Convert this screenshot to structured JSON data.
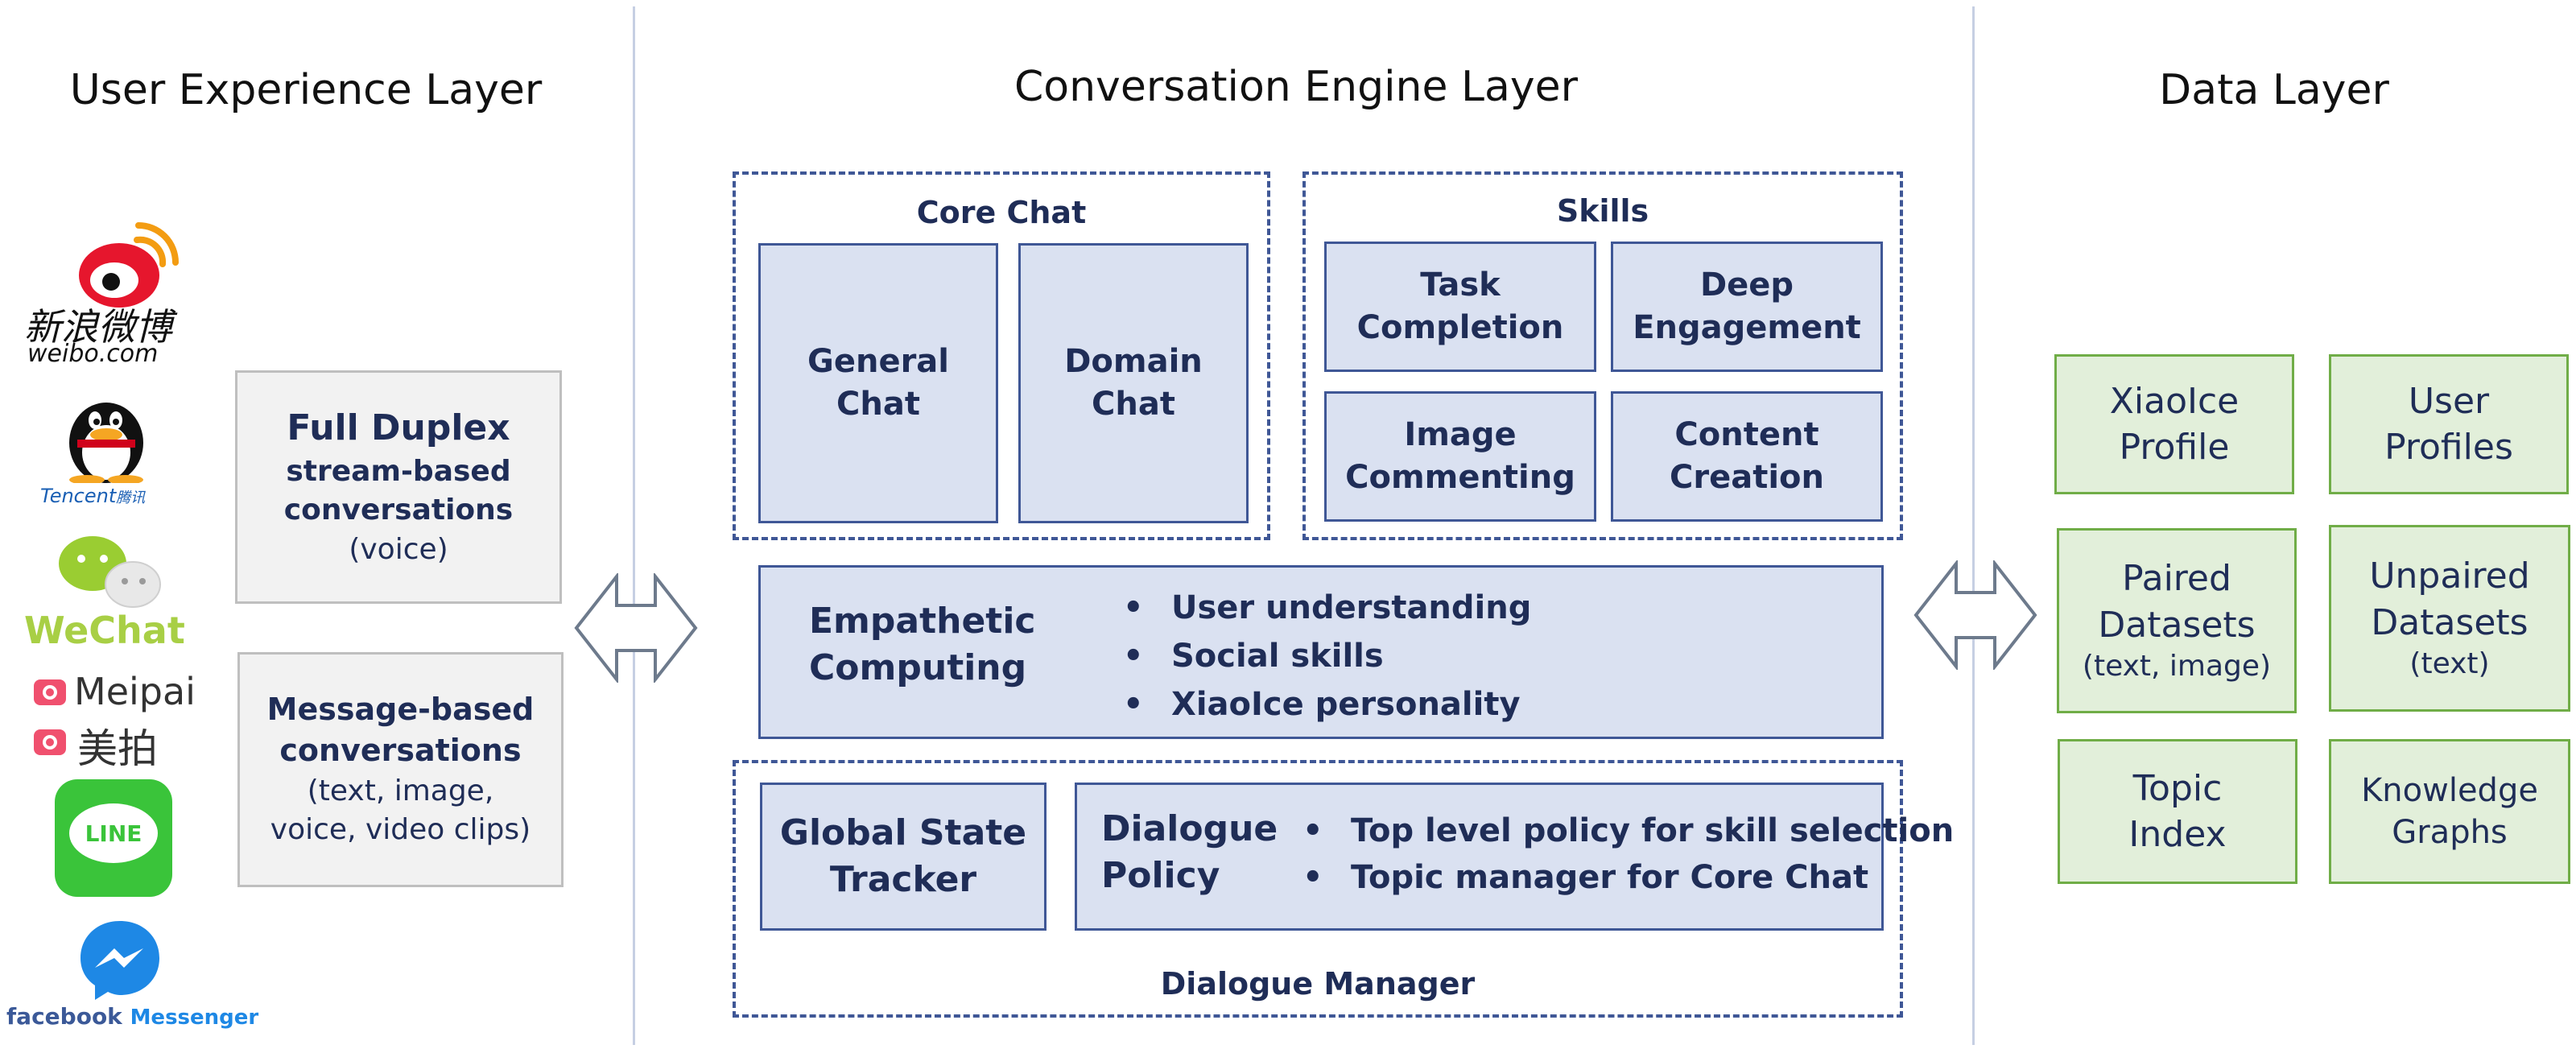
{
  "layers": {
    "ux": "User Experience Layer",
    "engine": "Conversation Engine Layer",
    "data": "Data Layer"
  },
  "brands": {
    "weibo_cn": "新浪微博",
    "weibo_url": "weibo.com",
    "tencent": "Tencent",
    "tencent_cn": "腾讯",
    "wechat": "WeChat",
    "meipai": "Meipai",
    "meipai_cn": "美拍",
    "line": "LINE",
    "facebook": "facebook",
    "messenger": "Messenger"
  },
  "ux": {
    "full_duplex": {
      "title": "Full Duplex",
      "line1": "stream-based",
      "line2": "conversations",
      "line3": "(voice)"
    },
    "message": {
      "line1": "Message-based",
      "line2": "conversations",
      "line3": "(text, image,",
      "line4": "voice, video clips)"
    }
  },
  "engine": {
    "core_chat": {
      "title": "Core Chat",
      "general": "General Chat",
      "domain": "Domain Chat"
    },
    "skills": {
      "title": "Skills",
      "task": "Task Completion",
      "deep": "Deep Engagement",
      "image": "Image Commenting",
      "content": "Content Creation"
    },
    "empathetic": {
      "title": "Empathetic Computing",
      "bullets": [
        "User understanding",
        "Social skills",
        "XiaoIce personality"
      ]
    },
    "dialogue_manager": {
      "title": "Dialogue Manager",
      "tracker": "Global State Tracker",
      "policy": "Dialogue Policy",
      "bullets": [
        "Top level policy for skill selection",
        "Topic manager for Core Chat"
      ]
    }
  },
  "data": {
    "xiaoice_profile": "XiaoIce Profile",
    "user_profiles": "User Profiles",
    "paired": {
      "main": "Paired Datasets",
      "sub": "(text, image)"
    },
    "unpaired": {
      "main": "Unpaired Datasets",
      "sub": "(text)"
    },
    "topic_index": "Topic Index",
    "knowledge_graphs": "Knowledge Graphs"
  },
  "colors": {
    "engine_fill": "#dae1f1",
    "engine_border": "#3f5796",
    "data_fill": "#e2efda",
    "data_border": "#70ad47",
    "ux_fill": "#f2f2f2"
  }
}
